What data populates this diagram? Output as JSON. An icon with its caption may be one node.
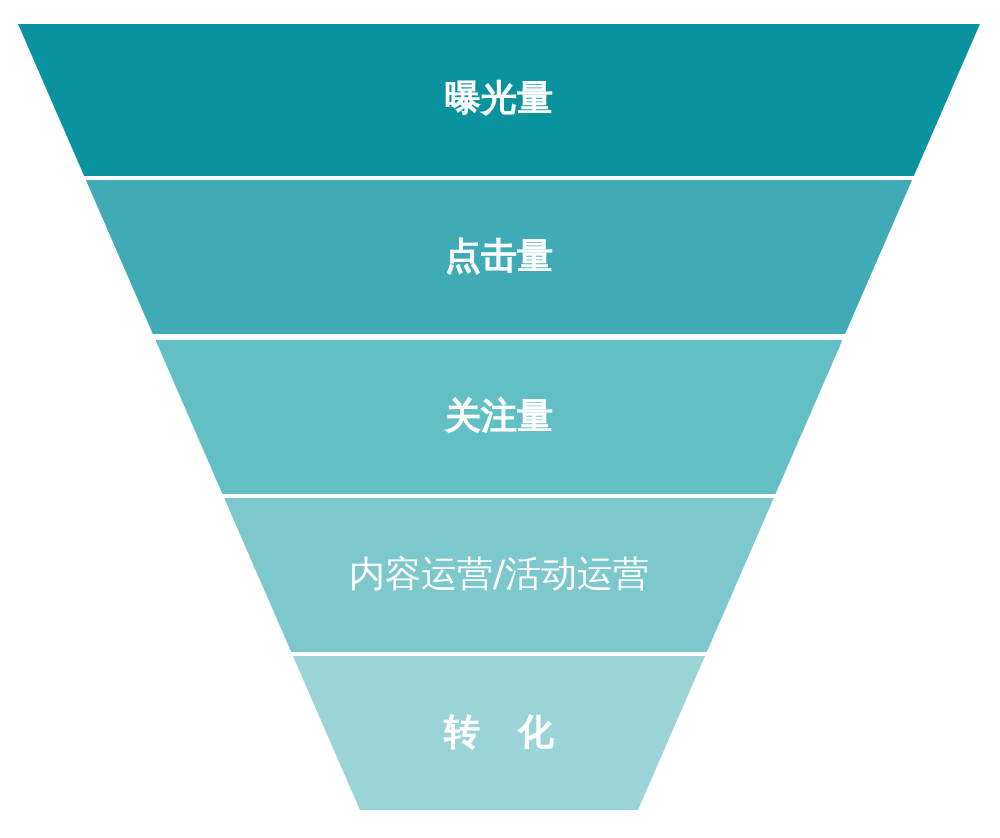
{
  "diagram": {
    "nodes": [
      {
        "text": [
          "曝光量"
        ]
      },
      {
        "text": [
          "点击量"
        ]
      },
      {
        "text": [
          "关注量"
        ]
      },
      {
        "text": [
          "内容运营/活动运营"
        ]
      },
      {
        "text": [
          "转 化"
        ]
      }
    ]
  }
}
